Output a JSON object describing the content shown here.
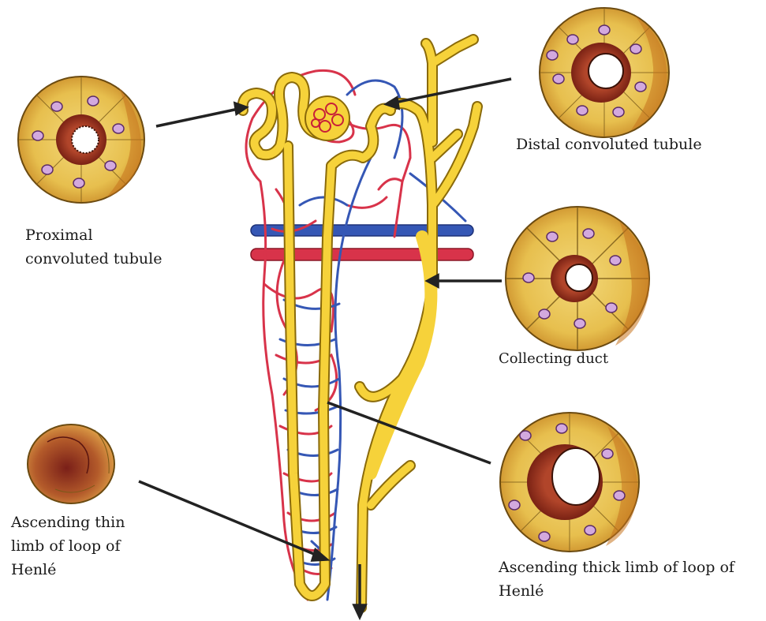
{
  "labels": {
    "proximal": [
      "Proximal",
      "convoluted tubule"
    ],
    "distal": "Distal convoluted tubule",
    "collecting": "Collecting duct",
    "thin": [
      "Ascending thin",
      "limb of loop of",
      "Henlé"
    ],
    "thick": [
      "Ascending thick limb of loop of",
      "Henlé"
    ]
  },
  "colors": {
    "tubule": "#f6d23a",
    "tubule_outline": "#8a6a0a",
    "artery": "#d8334a",
    "vein": "#3557b5",
    "cell": "#e9c766",
    "nucleus": "#c9a6d6",
    "lumen_rim": "#8e2a1e",
    "pointer": "#222222"
  }
}
